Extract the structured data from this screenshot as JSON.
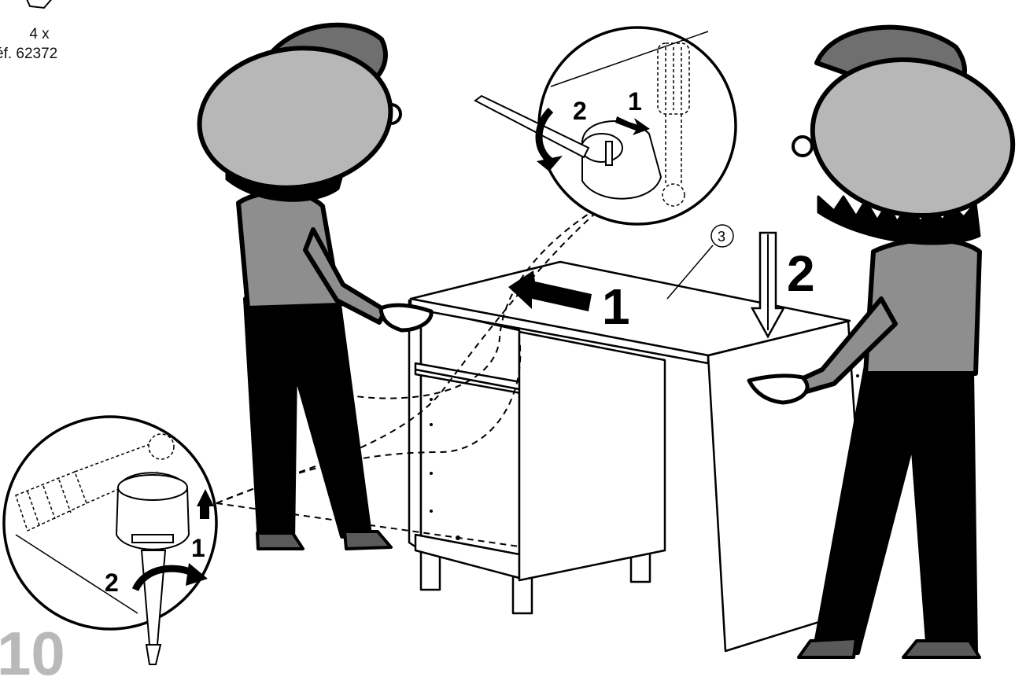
{
  "hardware": {
    "quantity": "4 x",
    "reference": "éf. 62372"
  },
  "step": {
    "number": "10"
  },
  "callout": {
    "part_number": "3"
  },
  "arrows": {
    "slide_label": "1",
    "lower_label": "2",
    "detail_top_push": "1",
    "detail_top_turn": "2",
    "detail_bottom_push": "1",
    "detail_bottom_turn": "2"
  },
  "colors": {
    "shirt": "#8e8e8e",
    "cap_dark": "#6f6f6f",
    "cap_light": "#b7b7b7",
    "ink": "#000000",
    "shoe": "#5a5a5a"
  },
  "icons": [
    "screwdriver-icon",
    "cam-lock-icon",
    "dowel-icon",
    "arrow-push-icon",
    "arrow-rotate-icon"
  ]
}
